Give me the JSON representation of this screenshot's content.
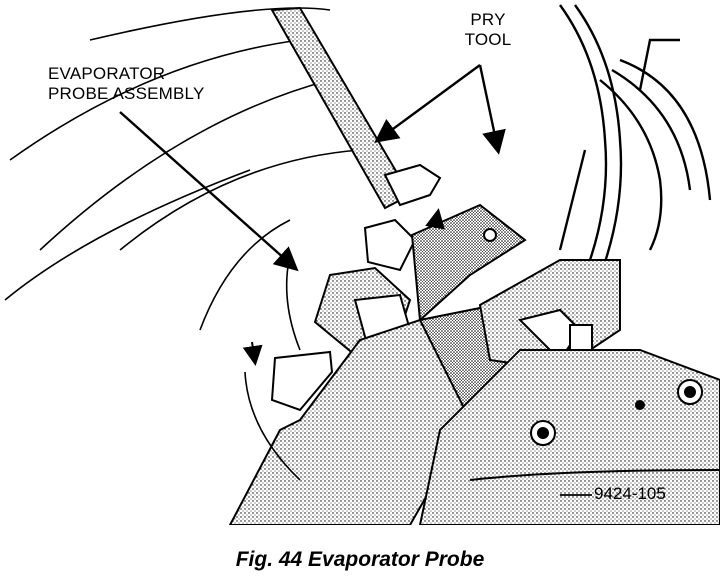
{
  "labels": {
    "probe_line1": "EVAPORATOR",
    "probe_line2": "PROBE ASSEMBLY",
    "pry_line1": "PRY",
    "pry_line2": "TOOL"
  },
  "part_number": "9424-105",
  "caption": "Fig. 44 Evaporator Probe"
}
